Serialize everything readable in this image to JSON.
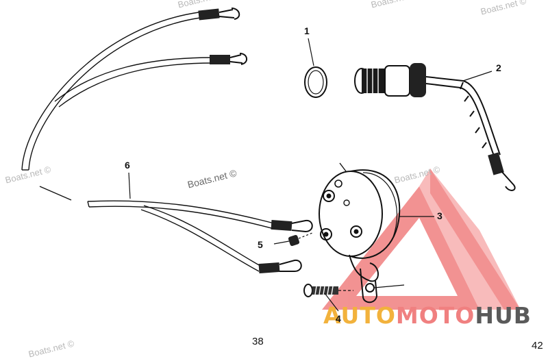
{
  "callouts": {
    "c1": "1",
    "c2": "2",
    "c3": "3",
    "c4": "4",
    "c5": "5",
    "c6": "6"
  },
  "watermarks": {
    "w1": "Boats.net ©",
    "w2": "Boats.net ©",
    "w3": "Boats.net ©",
    "w4": "Boats.net ©",
    "w5": "Boats.net ©",
    "w6": "Boats.net ©",
    "w7": "Boats.net ©"
  },
  "page_numbers": {
    "left": "38",
    "right": "42"
  },
  "logo": {
    "part1": "AUTO",
    "part2": "MOTO",
    "part3": "HUB",
    "colors": {
      "auto": "#f2b23c",
      "moto": "#f08080",
      "hub": "#5a5a5a",
      "triangle": "#f08080"
    }
  }
}
